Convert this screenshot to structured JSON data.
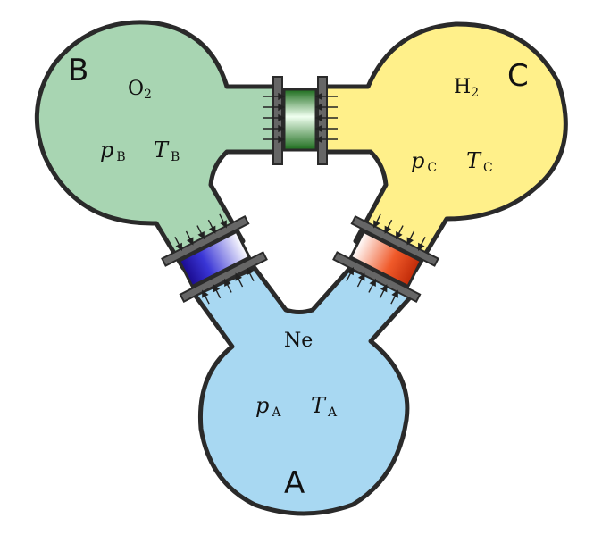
{
  "colors": {
    "vessel_A": "#a8d8f2",
    "vessel_B": "#a8d5b2",
    "vessel_C": "#fff08a",
    "outline": "#2a2a2a",
    "membrane_AB": "#1a0a9e",
    "membrane_AC": "#d43a10",
    "membrane_BC": "#1e8a1e"
  },
  "vessels": {
    "A": {
      "name": "A",
      "gas": "Ne",
      "p_symbol": "p",
      "p_sub": "A",
      "T_symbol": "T",
      "T_sub": "A"
    },
    "B": {
      "name": "B",
      "gas": "O",
      "gas_sub": "2",
      "p_symbol": "p",
      "p_sub": "B",
      "T_symbol": "T",
      "T_sub": "B"
    },
    "C": {
      "name": "C",
      "gas": "H",
      "gas_sub": "2",
      "p_symbol": "p",
      "p_sub": "C",
      "T_symbol": "T",
      "T_sub": "C"
    }
  }
}
